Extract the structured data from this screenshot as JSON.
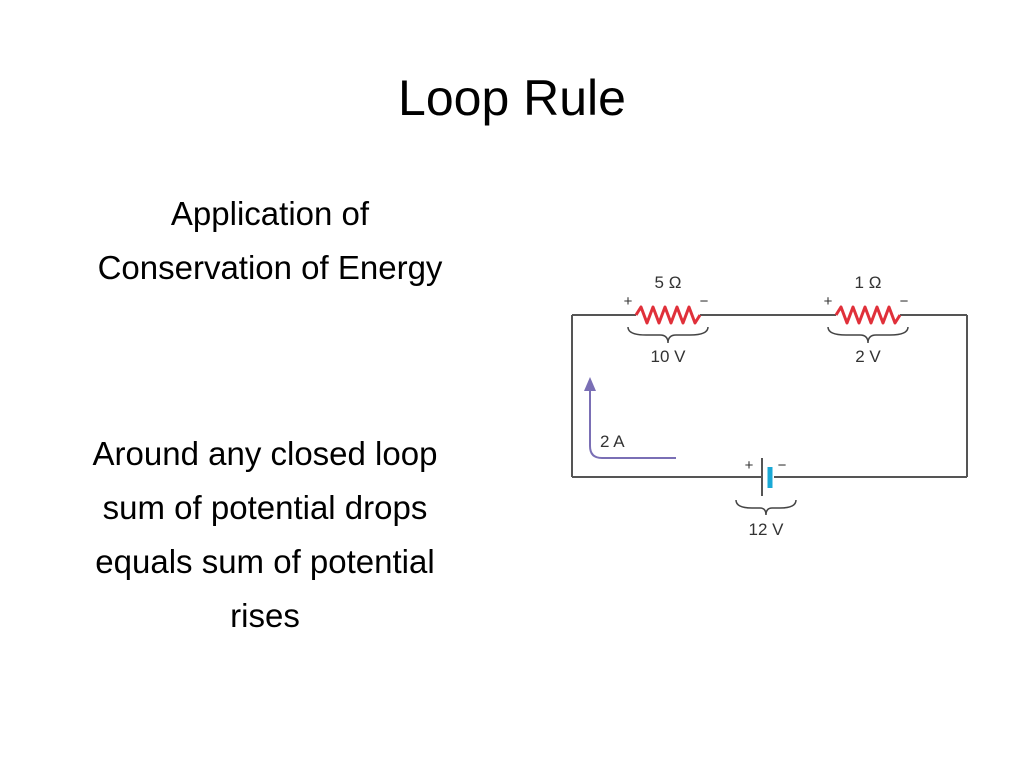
{
  "slide": {
    "title": "Loop Rule",
    "subtitle_lines": [
      "Application of",
      "Conservation of Energy"
    ],
    "statement_lines": [
      "Around any closed loop",
      "sum of potential drops",
      "equals sum of potential",
      "rises"
    ]
  },
  "circuit": {
    "resistor_1": {
      "resistance": "5 Ω",
      "voltage": "10 V",
      "plus": "+",
      "minus": "−"
    },
    "resistor_2": {
      "resistance": "1 Ω",
      "voltage": "2 V",
      "plus": "+",
      "minus": "−"
    },
    "battery": {
      "voltage": "12 V",
      "plus": "+",
      "minus": "−"
    },
    "current": {
      "label": "2 A"
    },
    "colors": {
      "wire": "#555555",
      "resistor": "#e0303a",
      "battery_plate": "#1aa9d6",
      "current_arrow": "#7a6fb5",
      "label": "#333333"
    }
  }
}
